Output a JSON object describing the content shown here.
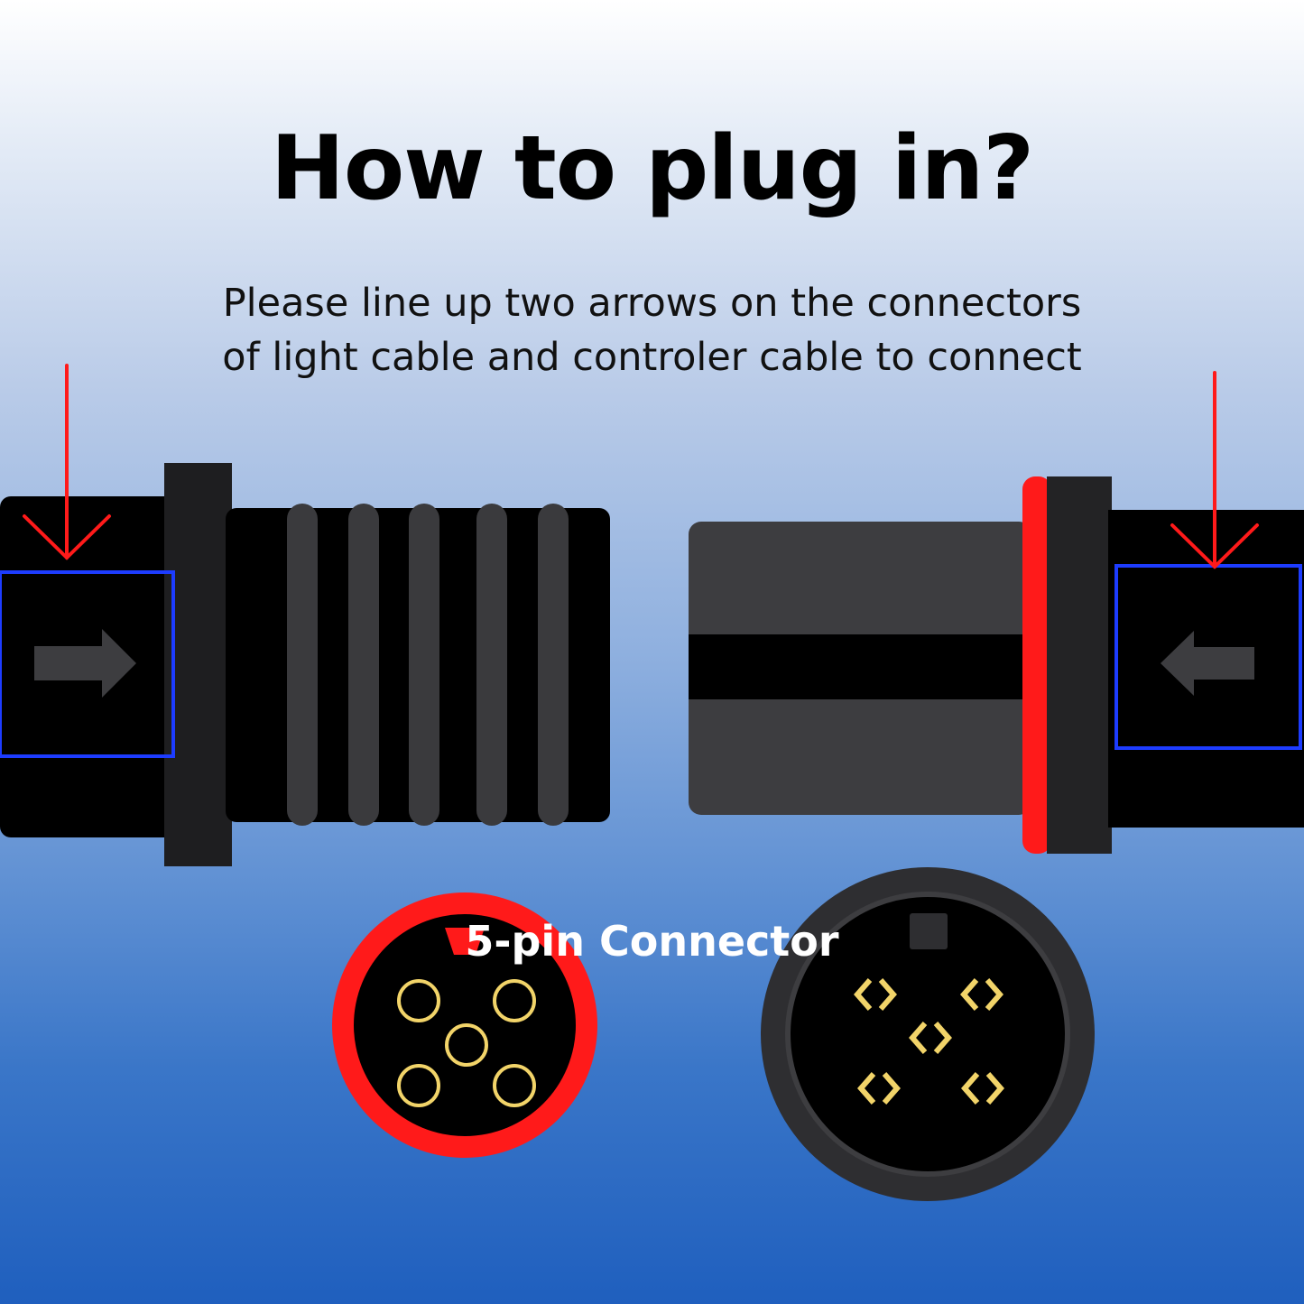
{
  "title": "How to plug in?",
  "instructions": {
    "line1": "Please line up two arrows on the connectors",
    "line2": "of light cable and controler cable to connect"
  },
  "caption": "5-pin Connector",
  "colors": {
    "indicator_arrow": "#ff1a1a",
    "alignment_box": "#1d3cff",
    "red_ring": "#ff1a1a",
    "pin_gold": "#f2d469",
    "connector_black": "#000000",
    "connector_gray": "#3d3d40"
  },
  "icons": {
    "left_alignment_arrow": "arrow-right-icon",
    "right_alignment_arrow": "arrow-left-icon"
  }
}
